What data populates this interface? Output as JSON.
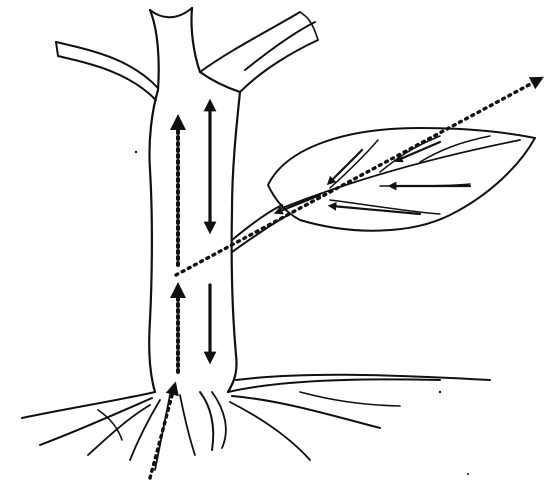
{
  "diagram": {
    "subject": "plant-transport",
    "colors": {
      "ink": "#111111",
      "background": "#ffffff"
    },
    "arrows": [
      {
        "id": "stem-dotted-upper",
        "style": "dotted",
        "direction": "up"
      },
      {
        "id": "stem-solid-upper",
        "style": "solid",
        "direction": "both"
      },
      {
        "id": "stem-dotted-lower",
        "style": "dotted",
        "direction": "up"
      },
      {
        "id": "stem-solid-lower",
        "style": "solid",
        "direction": "down"
      },
      {
        "id": "leaf-diagonal-dotted",
        "style": "dotted",
        "direction": "out-of-leaf"
      },
      {
        "id": "root-dotted",
        "style": "dotted",
        "direction": "up"
      },
      {
        "id": "leaf-vein-arrows",
        "style": "solid",
        "direction": "toward-midrib",
        "count": 5
      }
    ]
  }
}
